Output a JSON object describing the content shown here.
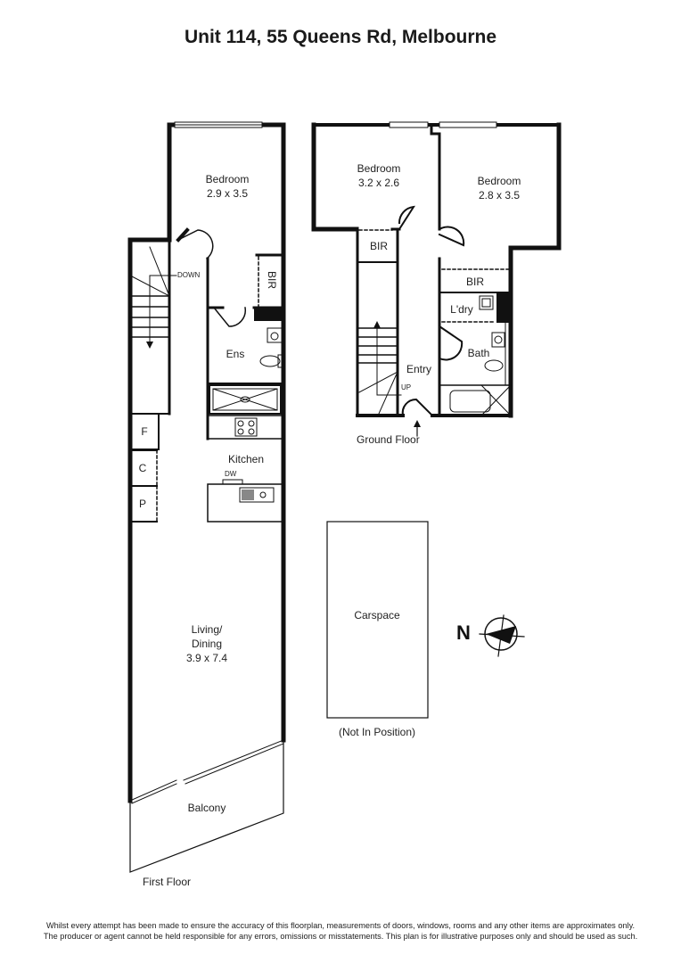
{
  "title": "Unit 114, 55 Queens Rd, Melbourne",
  "first_floor": {
    "label": "First Floor",
    "rooms": [
      {
        "name": "Bedroom",
        "size": "2.9 x 3.5"
      },
      {
        "name": "BIR"
      },
      {
        "name": "Ens"
      },
      {
        "name": "Kitchen"
      },
      {
        "name": "Living/",
        "name2": "Dining",
        "size": "3.9 x 7.4"
      },
      {
        "name": "Balcony"
      },
      {
        "name": "F"
      },
      {
        "name": "C"
      },
      {
        "name": "P"
      }
    ],
    "annotations": {
      "stairs": "DOWN",
      "dishwasher": "DW"
    }
  },
  "ground_floor": {
    "label": "Ground Floor",
    "rooms": [
      {
        "name": "Bedroom",
        "size": "3.2 x 2.6"
      },
      {
        "name": "Bedroom",
        "size": "2.8 x 3.5"
      },
      {
        "name": "BIR"
      },
      {
        "name": "BIR"
      },
      {
        "name": "L'dry"
      },
      {
        "name": "Bath"
      },
      {
        "name": "Entry"
      }
    ],
    "annotations": {
      "stairs": "UP"
    }
  },
  "carspace": {
    "label": "Carspace",
    "note": "(Not In Position)"
  },
  "compass": {
    "label": "N"
  },
  "disclaimer": {
    "line1": "Whilst every attempt has been made to ensure the accuracy of this floorplan, measurements of doors, windows, rooms and any other items are approximates only.",
    "line2": "The producer or agent cannot be held responsible for any errors, omissions or misstatements. This plan is for illustrative purposes only and should be used as such."
  },
  "colors": {
    "wall": "#111111",
    "line": "#222222",
    "background": "#ffffff"
  }
}
